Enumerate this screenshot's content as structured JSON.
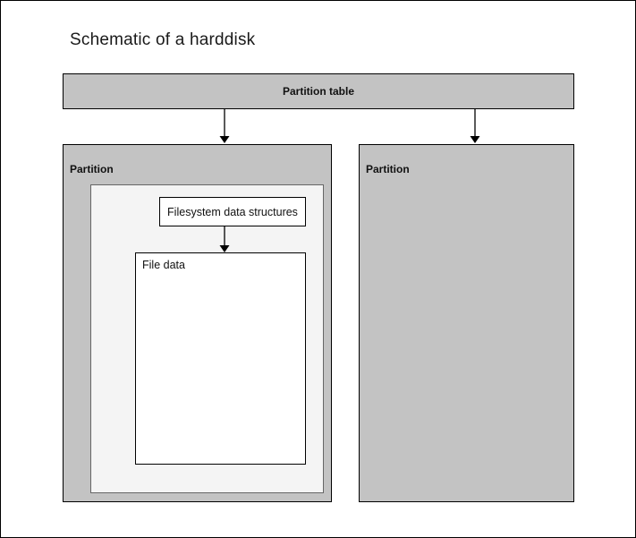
{
  "diagram": {
    "title": "Schematic of a harddisk",
    "partition_table": {
      "label": "Partition table"
    },
    "partitions": [
      {
        "label": "Partition"
      },
      {
        "label": "Partition"
      }
    ],
    "filesystem": {
      "data_structures_label": "Filesystem data structures",
      "file_data_label": "File data"
    },
    "colors": {
      "block_fill": "#c3c3c3",
      "inner_fill": "#f4f4f4",
      "box_fill": "#ffffff",
      "stroke": "#000000",
      "inner_stroke": "#666666",
      "text": "#111111"
    },
    "arrows": [
      {
        "name": "partition-table-to-partition-1"
      },
      {
        "name": "partition-table-to-partition-2"
      },
      {
        "name": "filesystem-to-file-data"
      }
    ]
  }
}
